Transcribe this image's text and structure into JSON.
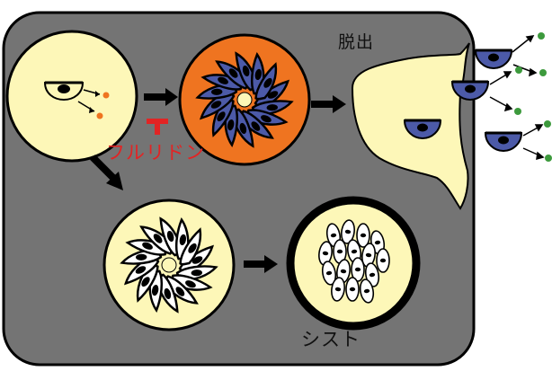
{
  "labels": {
    "exit": "脱出",
    "drug": "フルリドン",
    "cyst": "シスト"
  },
  "colors": {
    "background_panel": "#747474",
    "cell_fill": "#fdf7b8",
    "orange_cell": "#ef7420",
    "eyespot_blue": "#4c5aa8",
    "small_dot_orange": "#ef7420",
    "small_dot_green": "#3d9a3d",
    "inhibitor_red": "#e22424"
  },
  "icons": {
    "inhibitor": "inhibition-bar-icon",
    "arrows": "black-arrow-icon"
  }
}
